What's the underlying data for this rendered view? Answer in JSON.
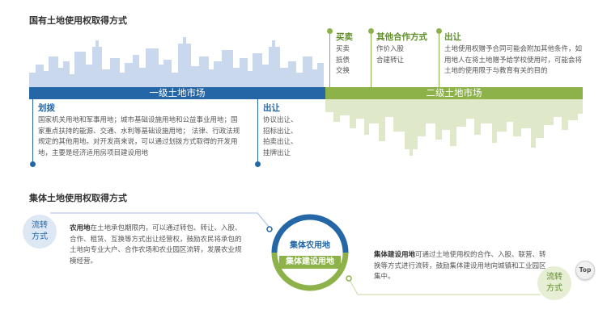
{
  "section1": {
    "title": "国有土地使用权取得方式",
    "primary_market": "一级土地市场",
    "secondary_market": "二级土地市场",
    "huabo": {
      "heading": "划拨",
      "text": "国家机关用地和军事用地；城市基础设施用地和公益事业用地；国家重点扶持的能源、交通、水利等基础设施用地； 法律、行政法规规定的其他用地。对开发商来说，可以通过划拨方式取得的开发用地，主要是经济适用房项目建设用地"
    },
    "churang": {
      "heading": "出让",
      "lines": [
        "协议出让、",
        "招标出让、",
        "拍卖出让、",
        "挂牌出让"
      ]
    },
    "maimai": {
      "heading": "买卖",
      "lines": [
        "买卖",
        "抵债",
        "交换"
      ]
    },
    "other": {
      "heading": "其他合作方式",
      "lines": [
        "作价入股",
        "合建转让"
      ]
    },
    "chuzu": {
      "heading": "出让",
      "text": "土地使用权赠予合同可能会附加其他条件，如用地人在将土地赠予给学校使用时，可能会将土地的使用限于与教育有关的目的"
    }
  },
  "section2": {
    "title": "集体土地使用权取得方式",
    "circulation_left": "流转方式",
    "circulation_right": "流转方式",
    "farmland": {
      "bold": "农用地",
      "text": "在土地承包期限内，可以通过转包、转让、入股、合作、租赁、互换等方式出让经营权，鼓励农民将承包的土地向专业大户、合作农场和农业园区流转，发展农业规模经营。"
    },
    "construction": {
      "bold": "集体建设用地",
      "text": "可通过土地使用权的合作、入股、联营、转换等方式进行流转，鼓励集体建设用地向城镇和工业园区集中。"
    },
    "circle_top": "集体农用地",
    "circle_bottom": "集体建设用地"
  },
  "top_button": "Top",
  "colors": {
    "blue": "#2466a6",
    "green": "#8db24a",
    "skyline_blue": "#c9d8ec",
    "skyline_green": "#dfe9c9"
  }
}
